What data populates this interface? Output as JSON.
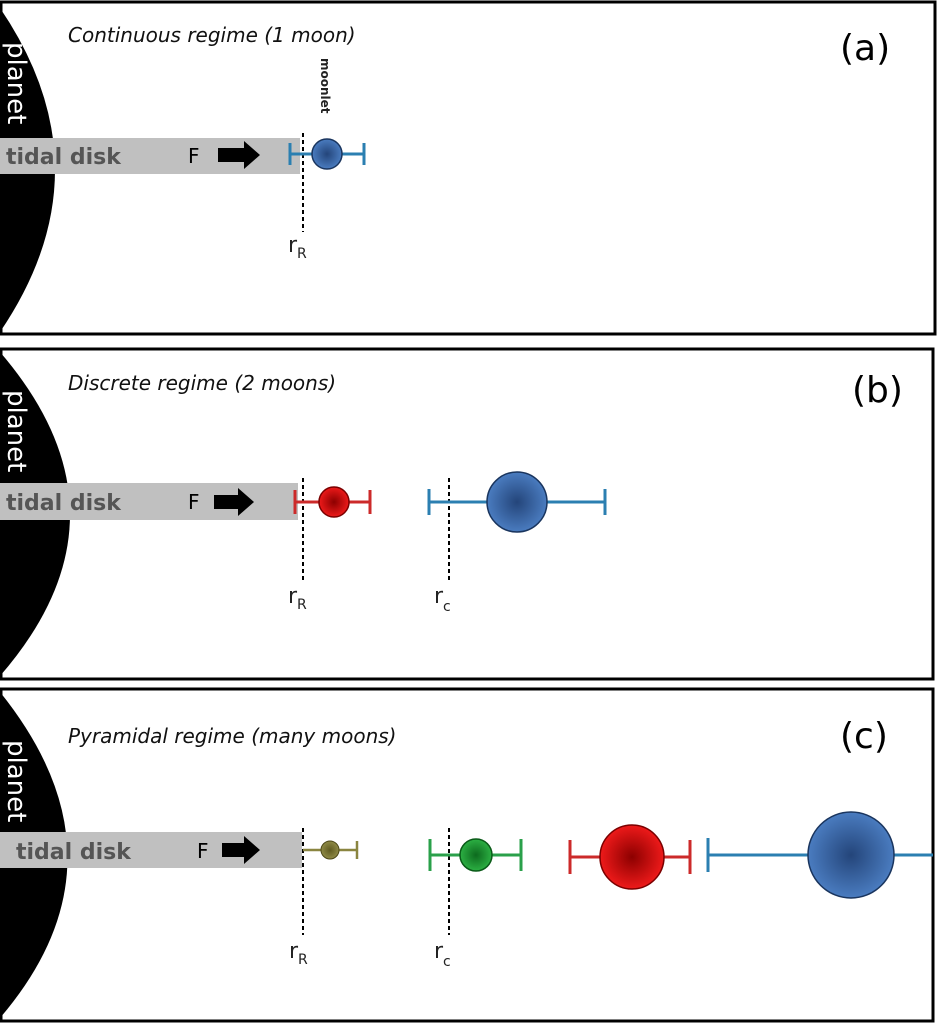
{
  "colors": {
    "blue": "#3e6fb0",
    "blue_line": "#2b7fb1",
    "red": "#e31515",
    "red_line": "#cc2a2a",
    "green": "#22a03a",
    "green_line": "#2aa04a",
    "olive": "#7f7a3a",
    "olive_line": "#8a8540",
    "disk": "#c0c0c0",
    "planet": "#000000"
  },
  "panels": [
    {
      "label": "(a)",
      "title": "Continuous regime (1 moon)",
      "planet_label": "planet",
      "disk_label": "tidal disk",
      "force_label": "F",
      "moonlet_label": "moonlet",
      "r_R": {
        "main": "r",
        "sub": "R"
      }
    },
    {
      "label": "(b)",
      "title": "Discrete regime  (2 moons)",
      "planet_label": "planet",
      "disk_label": "tidal disk",
      "force_label": "F",
      "r_R": {
        "main": "r",
        "sub": "R"
      },
      "r_c": {
        "main": "r",
        "sub": "c"
      }
    },
    {
      "label": "(c)",
      "title": "Pyramidal regime (many moons)",
      "planet_label": "planet",
      "disk_label": "tidal disk",
      "force_label": "F",
      "r_R": {
        "main": "r",
        "sub": "R"
      },
      "r_c": {
        "main": "r",
        "sub": "c"
      }
    }
  ]
}
